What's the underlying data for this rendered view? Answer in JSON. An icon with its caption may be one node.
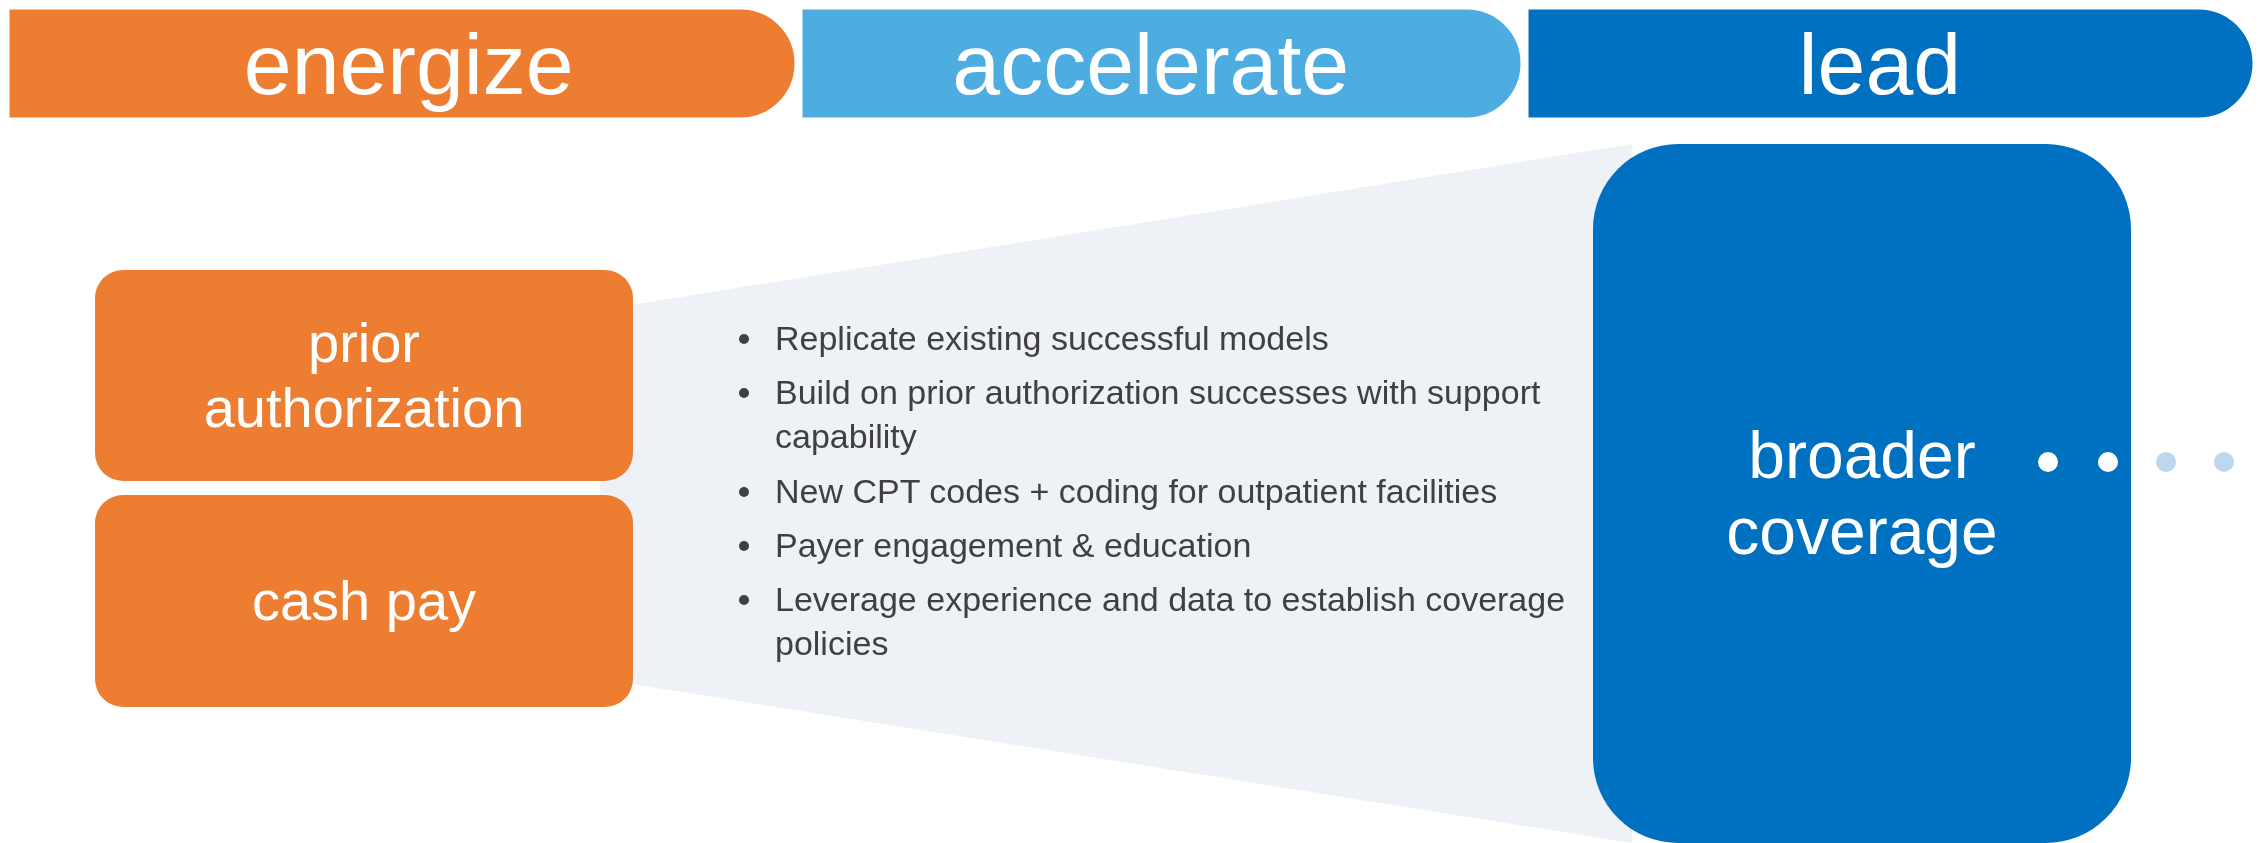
{
  "diagram": {
    "nodes": [
      {
        "text": [
          "energize"
        ]
      },
      {
        "text": [
          "accelerate"
        ]
      },
      {
        "text": [
          "lead"
        ]
      },
      {
        "text": [
          "prior authorization"
        ]
      },
      {
        "text": [
          "cash pay"
        ]
      },
      {
        "text": [
          "Replicate existing successful models",
          "Build on prior authorization successes with support capability",
          "New CPT codes + coding for outpatient facilities",
          "Payer engagement & education",
          "Leverage experience and data to establish coverage policies"
        ]
      },
      {
        "text": [
          "broader coverage"
        ]
      }
    ]
  }
}
